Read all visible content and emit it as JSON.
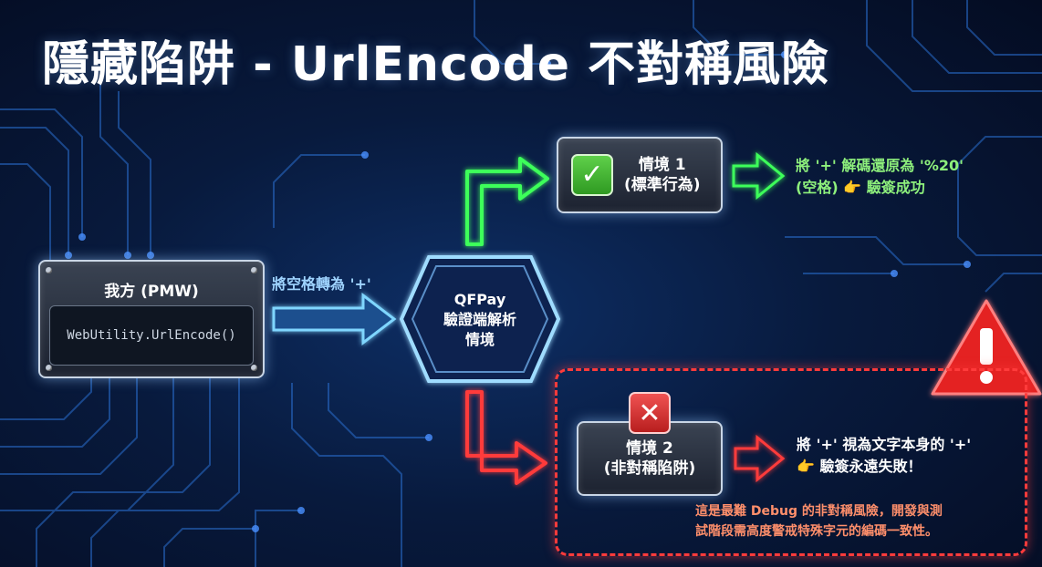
{
  "title": "隱藏陷阱 - UrlEncode 不對稱風險",
  "source_box": {
    "title": "我方 (PMW)",
    "code": "WebUtility.UrlEncode()"
  },
  "encode_label": "將空格轉為 '+'",
  "parser_node": {
    "line1": "QFPay",
    "line2": "驗證端解析",
    "line3": "情境"
  },
  "scenario_1": {
    "line1": "情境 1",
    "line2": "(標準行為)",
    "status_icon": "check-icon",
    "result_line1": "將 '+' 解碼還原為 '%20'",
    "result_line2": "(空格) 👉 驗簽成功"
  },
  "scenario_2": {
    "line1": "情境 2",
    "line2": "(非對稱陷阱)",
    "status_icon": "cross-icon",
    "result_line1": "將 '+' 視為文字本身的 '+'",
    "result_line2": "👉 驗簽永遠失敗！"
  },
  "warning": {
    "line1": "這是最難 Debug 的非對稱風險，開發與測",
    "line2": "試階段需高度警戒特殊字元的編碼一致性。",
    "icon": "warning-triangle-icon"
  },
  "colors": {
    "success": "#3cff5a",
    "danger": "#ff3b3b",
    "flow": "#6fd0ff"
  }
}
